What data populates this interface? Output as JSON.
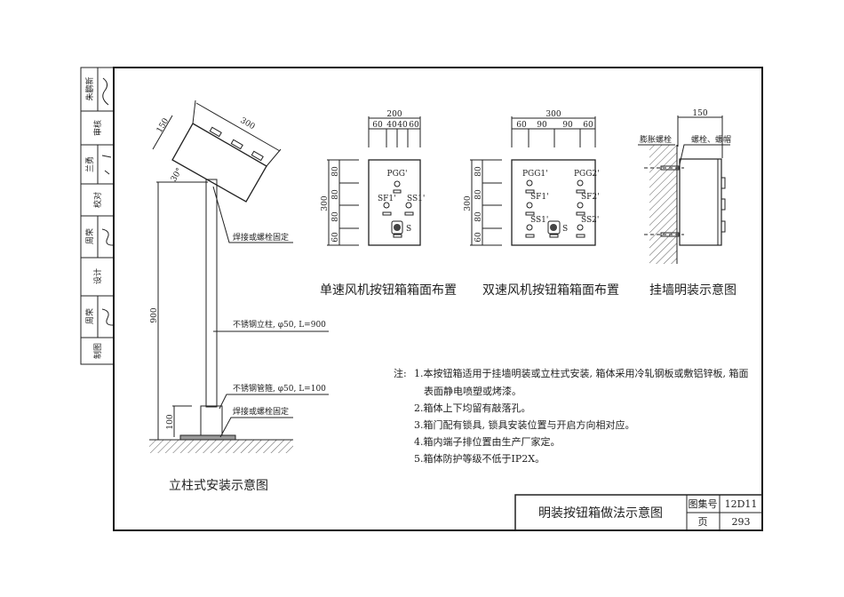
{
  "sidebar": {
    "rows": [
      "朱鹏新",
      "审核",
      "兰勇",
      "校对",
      "周荣",
      "设计",
      "周荣",
      "制图"
    ]
  },
  "stand": {
    "caption": "立柱式安装示意图",
    "dim_length": "300",
    "dim_depth": "150",
    "angle": "30°",
    "dim_height": "900",
    "dim_sleeve": "100",
    "label_weld_top": "焊接或螺栓固定",
    "label_pole": "不锈钢立柱, φ50, L=900",
    "label_sleeve": "不锈钢管箍, φ50, L=100",
    "label_weld_bottom": "焊接或螺栓固定"
  },
  "single": {
    "caption": "单速风机按钮箱箱面布置",
    "width": "200",
    "cols": [
      "60",
      "40",
      "40",
      "60"
    ],
    "height": "300",
    "rows": [
      "80",
      "80",
      "80",
      "60"
    ],
    "lamp": "PGG'",
    "btn1": "SF1'",
    "btn2": "SS1'",
    "switch": "S"
  },
  "double": {
    "caption": "双速风机按钮箱箱面布置",
    "width": "300",
    "cols": [
      "60",
      "90",
      "90",
      "60"
    ],
    "height": "300",
    "rows": [
      "80",
      "80",
      "80",
      "60"
    ],
    "lamp1": "PGG1'",
    "lamp2": "PGG2'",
    "sf1": "SF1'",
    "sf2": "SF2'",
    "ss1": "SS1'",
    "ss2": "SS2'",
    "switch": "S"
  },
  "wall": {
    "caption": "挂墙明装示意图",
    "depth": "150",
    "label_anchor": "膨胀螺栓",
    "label_bolt": "螺栓、螺帽"
  },
  "notes": {
    "prefix": "注:",
    "items": [
      "1.本按钮箱适用于挂墙明装或立柱式安装, 箱体采用冷轧钢板或敷铝锌板, 箱面",
      "表面静电喷塑或烤漆。",
      "2.箱体上下均留有敲落孔。",
      "3.箱门配有锁具, 锁具安装位置与开启方向相对应。",
      "4.箱内端子排位置由生产厂家定。",
      "5.箱体防护等级不低于IP2X。"
    ]
  },
  "titleblock": {
    "title": "明装按钮箱做法示意图",
    "atlas_label": "图集号",
    "atlas_value": "12D11",
    "page_label": "页",
    "page_value": "293"
  }
}
